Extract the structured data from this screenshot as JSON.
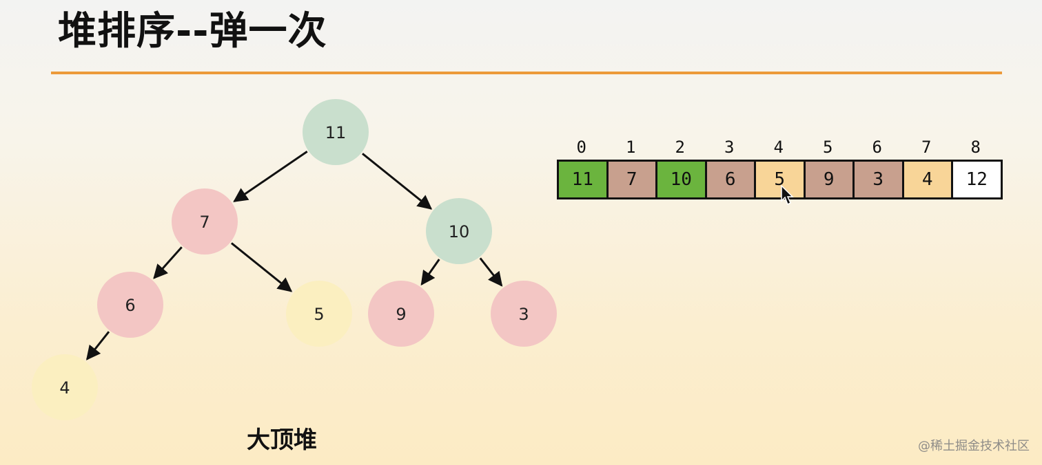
{
  "title": "堆排序--弹一次",
  "caption": "大顶堆",
  "watermark": "@稀土掘金技术社区",
  "colors": {
    "accent_rule": "#ec9a3a",
    "node_green": "#c9dfcd",
    "node_red": "#f3c6c4",
    "node_yellow": "#fbefc0",
    "cell_green": "#6bb43e",
    "cell_brown": "#c8a08e",
    "cell_yellow": "#f8d598",
    "cell_white": "#ffffff"
  },
  "tree": {
    "nodes": [
      {
        "id": "n11",
        "label": "11",
        "color": "green"
      },
      {
        "id": "n7",
        "label": "7",
        "color": "red"
      },
      {
        "id": "n10",
        "label": "10",
        "color": "green"
      },
      {
        "id": "n6",
        "label": "6",
        "color": "red"
      },
      {
        "id": "n5",
        "label": "5",
        "color": "yellow"
      },
      {
        "id": "n9",
        "label": "9",
        "color": "red"
      },
      {
        "id": "n3",
        "label": "3",
        "color": "red"
      },
      {
        "id": "n4",
        "label": "4",
        "color": "yellow"
      }
    ],
    "edges": [
      {
        "from": "n11",
        "to": "n7"
      },
      {
        "from": "n11",
        "to": "n10"
      },
      {
        "from": "n7",
        "to": "n6"
      },
      {
        "from": "n7",
        "to": "n5"
      },
      {
        "from": "n10",
        "to": "n9"
      },
      {
        "from": "n10",
        "to": "n3"
      },
      {
        "from": "n6",
        "to": "n4"
      }
    ]
  },
  "array": {
    "indices": [
      "0",
      "1",
      "2",
      "3",
      "4",
      "5",
      "6",
      "7",
      "8"
    ],
    "values": [
      {
        "value": "11",
        "color": "green"
      },
      {
        "value": "7",
        "color": "brown"
      },
      {
        "value": "10",
        "color": "green"
      },
      {
        "value": "6",
        "color": "brown"
      },
      {
        "value": "5",
        "color": "yellow"
      },
      {
        "value": "9",
        "color": "brown"
      },
      {
        "value": "3",
        "color": "brown"
      },
      {
        "value": "4",
        "color": "yellow"
      },
      {
        "value": "12",
        "color": "white"
      }
    ]
  }
}
